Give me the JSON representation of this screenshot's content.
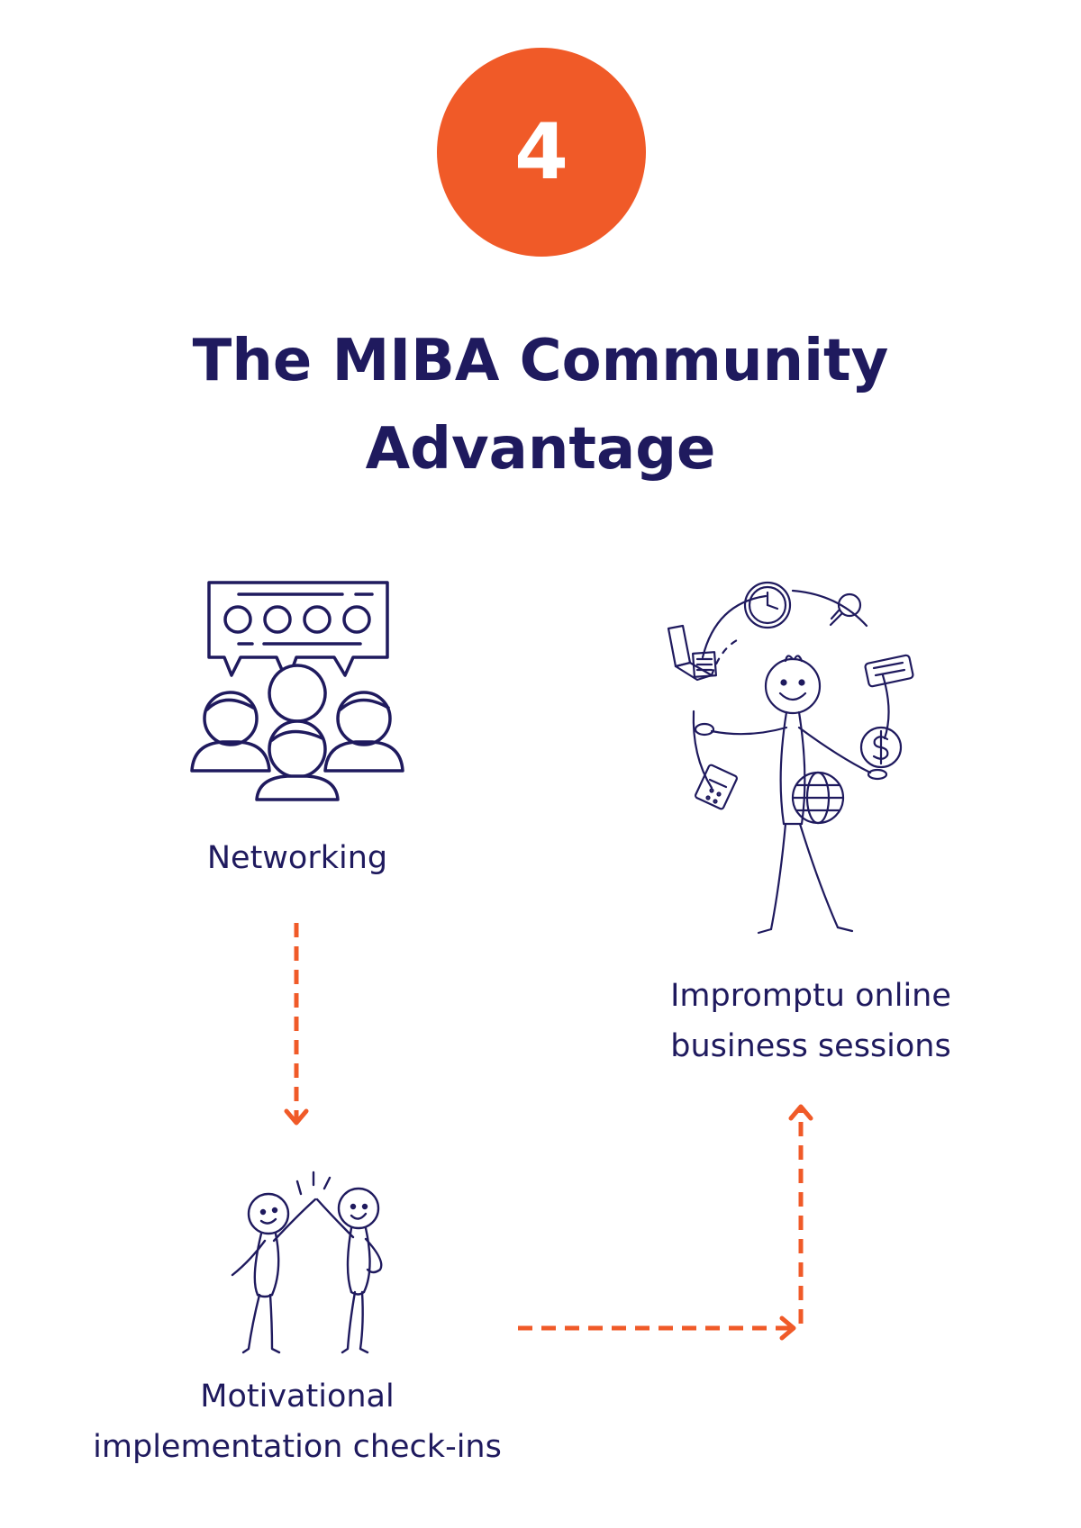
{
  "badge": {
    "number": "4",
    "color": "#f05a28"
  },
  "title": {
    "line1": "The MIBA Community",
    "line2": "Advantage",
    "color": "#1f1a5e"
  },
  "nodes": {
    "networking": {
      "label": "Networking",
      "icon": "networking-group-icon"
    },
    "motivational": {
      "line1": "Motivational",
      "line2": "implementation check-ins",
      "icon": "high-five-figures-icon"
    },
    "impromptu": {
      "line1": "Impromptu online",
      "line2": "business sessions",
      "icon": "juggling-figure-icon"
    }
  },
  "flow": {
    "arrow_color": "#f05a28",
    "steps": [
      "networking",
      "motivational",
      "impromptu"
    ]
  }
}
